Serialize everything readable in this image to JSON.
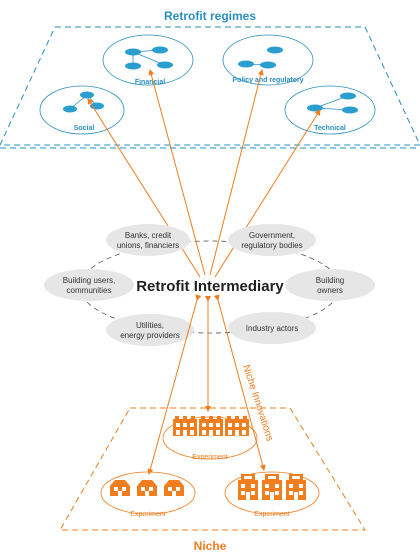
{
  "regimes": {
    "title": "Retrofit regimes",
    "groups": {
      "financial": "Financial",
      "policy": "Policy and regulatory",
      "social": "Social",
      "technical": "Technical"
    }
  },
  "intermediary": {
    "title": "Retrofit Intermediary",
    "actors": {
      "banks": [
        "Banks, credit",
        "unions, financiers"
      ],
      "government": [
        "Government,",
        "regulatory bodies"
      ],
      "users": [
        "Building users,",
        "communities"
      ],
      "owners": [
        "Building",
        "owners"
      ],
      "utilities": [
        "Utilities,",
        "energy providers"
      ],
      "industry": [
        "Industry actors"
      ]
    }
  },
  "niche": {
    "title": "Niche",
    "innovations_label": "Niche Innovations",
    "experiment_label": "Experiment"
  },
  "colors": {
    "blue": "#2a8fc0",
    "node_fill": "#2b9ed0",
    "orange": "#f07d1e",
    "actor_fill": "#e6e6e6"
  }
}
